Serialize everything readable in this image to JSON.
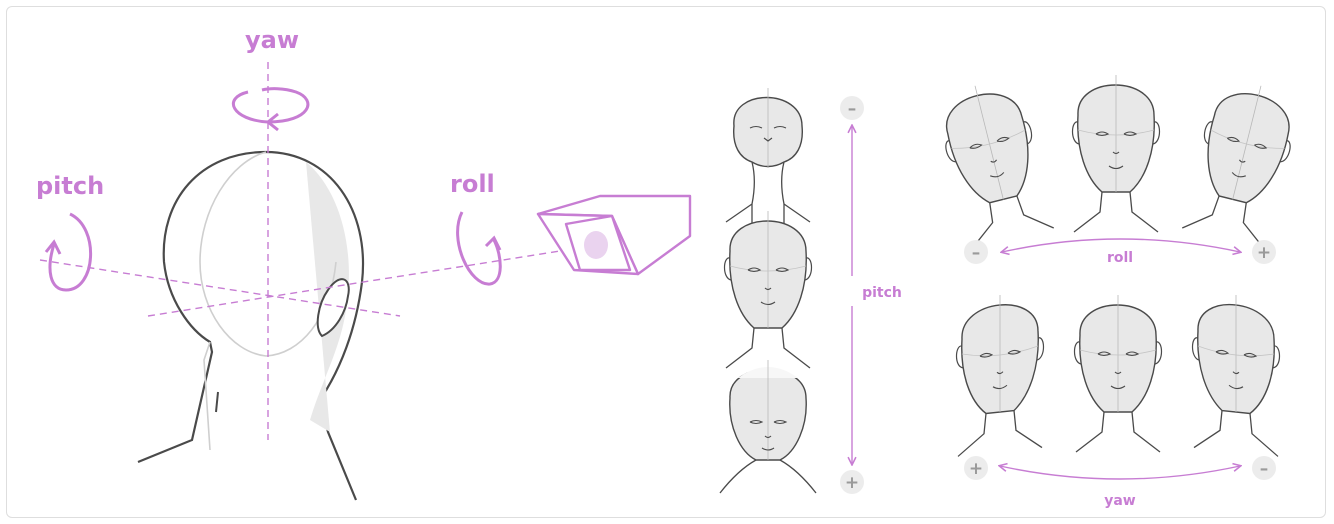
{
  "axes": {
    "yaw": "yaw",
    "pitch": "pitch",
    "roll": "roll"
  },
  "pitch_panel": {
    "label": "pitch",
    "minus": "–",
    "plus": "+"
  },
  "roll_panel": {
    "label": "roll",
    "minus": "–",
    "plus": "+"
  },
  "yaw_panel": {
    "label": "yaw",
    "plus": "+",
    "minus": "–"
  },
  "colors": {
    "accent": "#c77dd3",
    "accent_fill": "#ead3ef",
    "sign_bg": "#ececec",
    "sign_fg": "#9a9a9a",
    "line": "#4a4a4a",
    "head_fill": "#e8e8e8"
  }
}
